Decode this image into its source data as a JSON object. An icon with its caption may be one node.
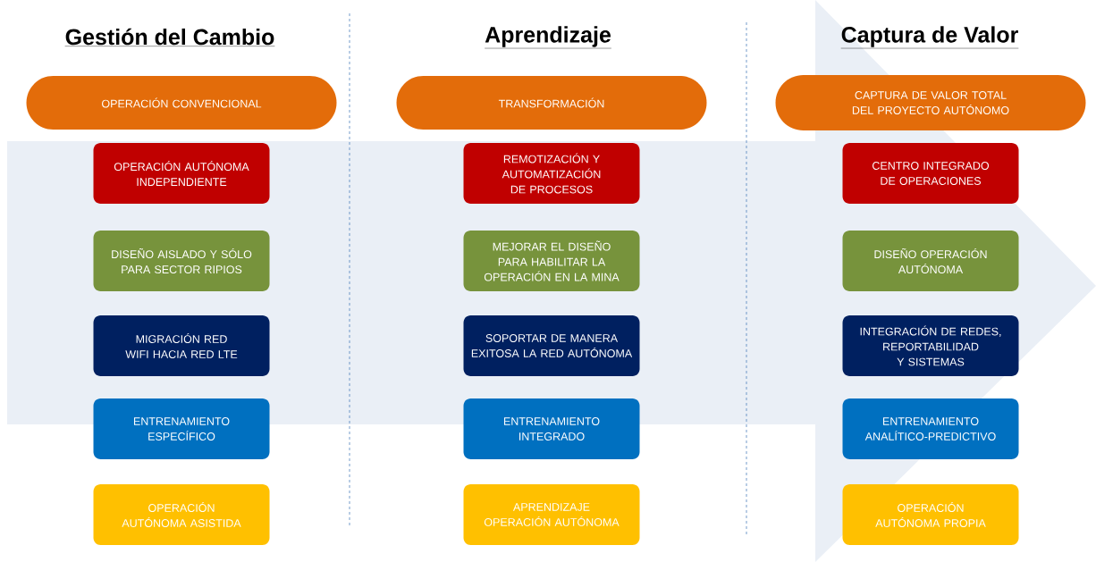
{
  "diagram": {
    "nodes": [
      {
        "text": [
          "OPERACIÓN CONVENCIONAL"
        ]
      },
      {
        "text": [
          "OPERACIÓN AUTÓNOMA INDEPENDIENTE"
        ]
      },
      {
        "text": [
          "DISEÑO AISLADO Y SÓLO PARA SECTOR RIPIOS"
        ]
      },
      {
        "text": [
          "MIGRACIÓN RED WIFI HACIA RED LTE"
        ]
      },
      {
        "text": [
          "ENTRENAMIENTO ESPECÍFICO"
        ]
      },
      {
        "text": [
          "OPERACIÓN AUTÓNOMA ASISTIDA"
        ]
      },
      {
        "text": [
          "TRANSFORMACIÓN"
        ]
      },
      {
        "text": [
          "REMOTIZACIÓN Y AUTOMATIZACIÓN DE PROCESOS"
        ]
      },
      {
        "text": [
          "MEJORAR EL DISEÑO PARA HABILITAR LA OPERACIÓN EN LA MINA"
        ]
      },
      {
        "text": [
          "SOPORTAR DE MANERA EXITOSA LA RED AUTÓNOMA"
        ]
      },
      {
        "text": [
          "ENTRENAMIENTO INTEGRADO"
        ]
      },
      {
        "text": [
          "APRENDIZAJE OPERACIÓN AUTÓNOMA"
        ]
      },
      {
        "text": [
          "CAPTURA DE VALOR TOTAL DEL PROYECTO AUTÓNOMO"
        ]
      },
      {
        "text": [
          "CENTRO INTEGRADO DE OPERACIONES"
        ]
      },
      {
        "text": [
          "DISEÑO OPERACIÓN AUTÓNOMA"
        ]
      },
      {
        "text": [
          "INTEGRACIÓN DE REDES, REPORTABILIDAD Y SISTEMAS"
        ]
      },
      {
        "text": [
          "ENTRENAMIENTO ANALÍTICO-PREDICTIVO"
        ]
      },
      {
        "text": [
          "OPERACIÓN AUTÓNOMA PROPIA"
        ]
      }
    ],
    "labels": [
      "Gestión del Cambio",
      "Aprendizaje",
      "Captura de Valor"
    ]
  }
}
